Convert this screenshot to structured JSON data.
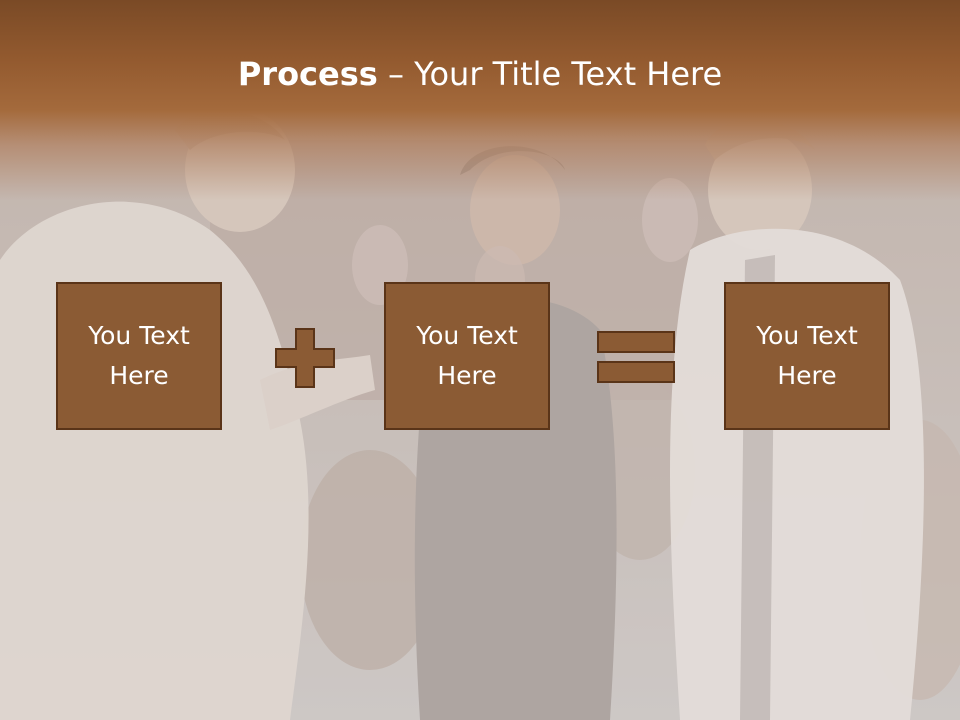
{
  "slide": {
    "title_bold": "Process",
    "title_dash": " – ",
    "title_rest": "Your Title Text Here"
  },
  "boxes": [
    {
      "label": "You Text Here"
    },
    {
      "label": "You Text Here"
    },
    {
      "label": "You Text Here"
    }
  ],
  "operators": {
    "first": "plus-icon",
    "second": "equals-icon"
  },
  "colors": {
    "header_top": "#7a4a26",
    "box_fill": "#8b5b34",
    "box_border": "#5a3418",
    "operator_fill": "#8b5b34"
  }
}
